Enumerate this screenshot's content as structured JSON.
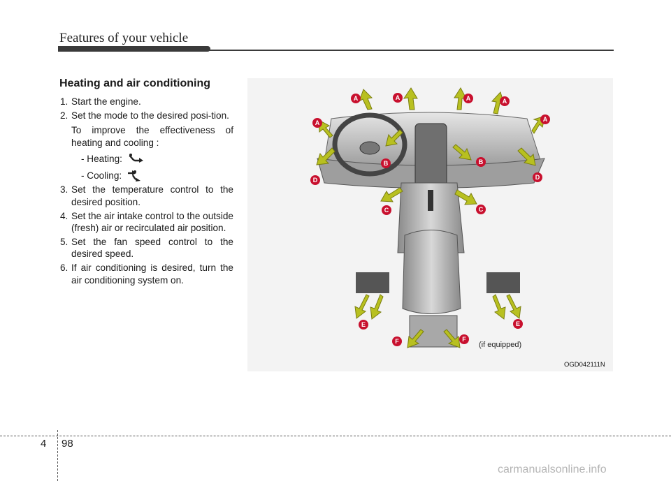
{
  "header": {
    "title": "Features of your vehicle"
  },
  "section": {
    "title": "Heating and air conditioning"
  },
  "steps": [
    {
      "num": "1.",
      "text": "Start the engine."
    },
    {
      "num": "2.",
      "text": "Set the mode to the desired posi-tion."
    },
    {
      "num": "3.",
      "text": "Set the temperature control to the desired position."
    },
    {
      "num": "4.",
      "text": "Set the air intake control to the outside (fresh) air or recirculated air position."
    },
    {
      "num": "5.",
      "text": "Set the fan speed control to the desired speed."
    },
    {
      "num": "6.",
      "text": "If air conditioning is desired, turn the air conditioning system on."
    }
  ],
  "tip": {
    "intro": "To improve the effectiveness of heating and cooling :",
    "heating": "- Heating:",
    "cooling": "- Cooling:"
  },
  "diagram": {
    "labels": {
      "a": "A",
      "b": "B",
      "c": "C",
      "d": "D",
      "e": "E",
      "f": "F"
    },
    "if_equipped": "(if equipped)",
    "code": "OGD042111N",
    "arrow_color": "#b8c020",
    "label_color": "#c8102e"
  },
  "footer": {
    "chapter": "4",
    "page": "98"
  },
  "watermark": "carmanualsonline.info"
}
